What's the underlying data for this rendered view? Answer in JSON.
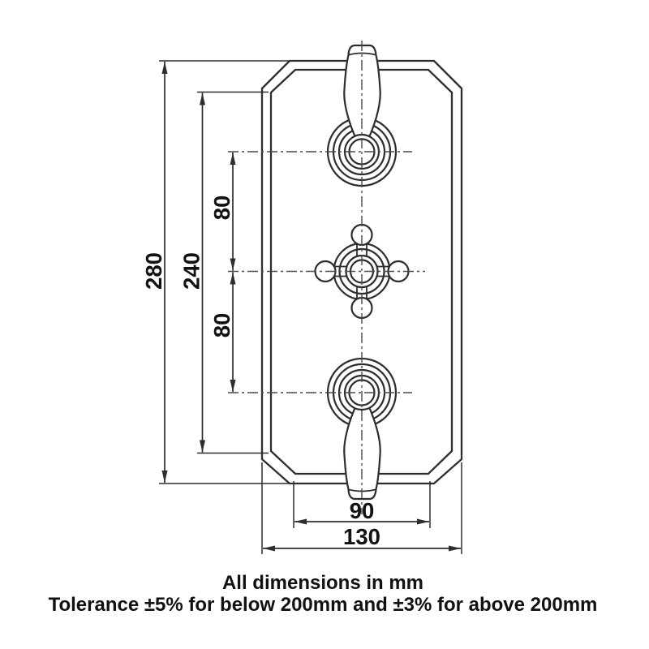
{
  "colors": {
    "line": "#2d2d2d",
    "centerline": "#4a4a4a",
    "text": "#111111",
    "background": "#ffffff"
  },
  "dimensions": {
    "overall_height": "280",
    "inner_height": "240",
    "top_handle_spacing": "80",
    "bottom_handle_spacing": "80",
    "inner_width": "90",
    "overall_width": "130"
  },
  "notes": {
    "line1": "All dimensions in mm",
    "line2": "Tolerance ±5% for below 200mm and ±3% for above 200mm"
  }
}
